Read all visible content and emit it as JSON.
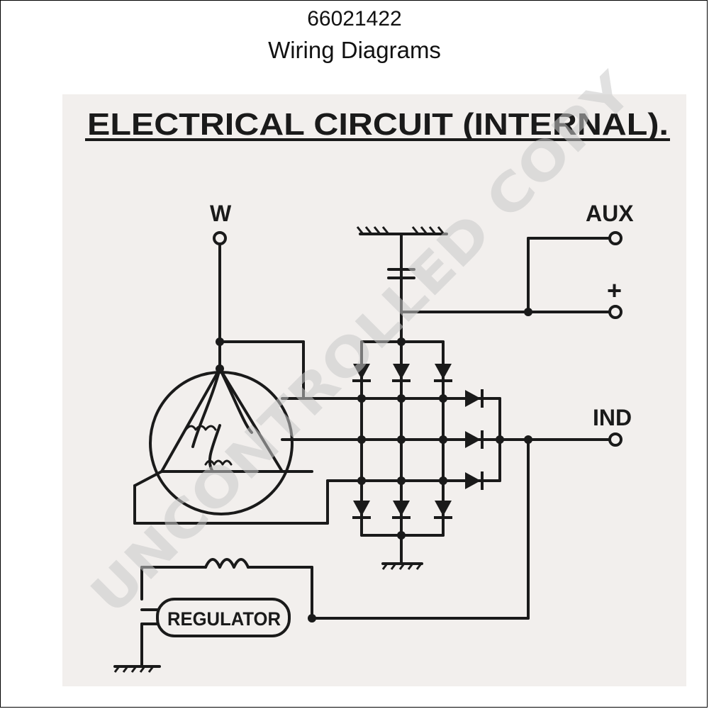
{
  "header": {
    "part_number": "66021422",
    "title": "Wiring Diagrams"
  },
  "diagram": {
    "heading": "ELECTRICAL CIRCUIT (INTERNAL).",
    "terminals": {
      "w": "W",
      "aux": "AUX",
      "plus": "+",
      "ind": "IND"
    },
    "regulator_label": "REGULATOR"
  },
  "watermark": "UNCONTROLLED COPY",
  "colors": {
    "ink": "#1a1a1a",
    "paper": "#f2efed",
    "watermark": "#c8c8c8"
  }
}
